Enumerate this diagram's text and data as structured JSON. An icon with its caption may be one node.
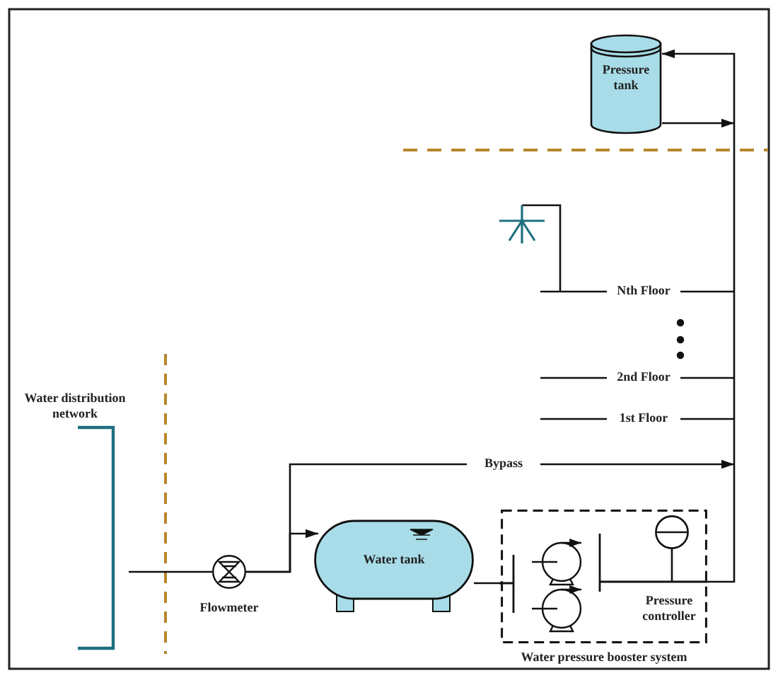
{
  "diagram": {
    "nodes": [
      {
        "text": [
          "Water distribution network"
        ]
      },
      {
        "text": [],
        "shape": "circle",
        "beside": [
          "Flowmeter"
        ]
      },
      {
        "text": [
          "Water tank"
        ]
      },
      {
        "text": [
          "Water pressure booster system"
        ]
      },
      {
        "text": [],
        "shape": "pump",
        "in": 3
      },
      {
        "text": [],
        "shape": "pump",
        "in": 3
      },
      {
        "text": [
          "Pressure controller"
        ],
        "in": 3
      },
      {
        "text": [
          "Pressure tank"
        ]
      }
    ],
    "edges": [
      {
        "from": 0,
        "to": 1,
        "arrow": "none"
      },
      {
        "from": 1,
        "to": 2,
        "arrow": "to"
      },
      {
        "from": 1,
        "to": null,
        "arrow": "to",
        "label": "Bypass"
      },
      {
        "from": 2,
        "to": 3,
        "arrow": "none"
      },
      {
        "from": 3,
        "to": 7,
        "arrow": "to"
      },
      {
        "from": 7,
        "to": null,
        "arrow": "to"
      }
    ],
    "labels": [
      "Nth Floor",
      "2nd Floor",
      "1st Floor"
    ]
  }
}
